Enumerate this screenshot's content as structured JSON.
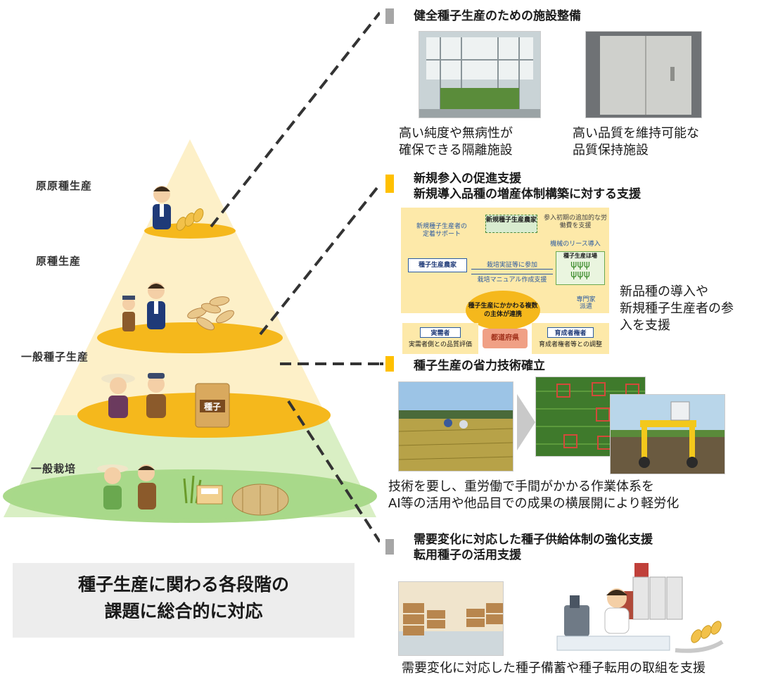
{
  "levels": [
    "原原種生産",
    "原種生産",
    "一般種子生産",
    "一般栽培"
  ],
  "summary": {
    "line1": "種子生産に関わる各段階の",
    "line2": "課題に総合的に対応"
  },
  "sections": [
    {
      "title_lines": [
        "健全種子生産のための施設整備"
      ],
      "marker_color": "#a6a6a6",
      "captions": [
        {
          "lines": [
            "高い純度や無病性が",
            "確保できる隔離施設"
          ]
        },
        {
          "lines": [
            "高い品質を維持可能な",
            "品質保持施設"
          ]
        }
      ]
    },
    {
      "title_lines": [
        "新規参入の促進支援",
        "新規導入品種の増産体制構築に対する支援"
      ],
      "marker_color": "#ffc000",
      "caption_lines": [
        "新品種の導入や",
        "新規種子生産者の参",
        "入を支援"
      ]
    },
    {
      "title_lines": [
        "種子生産の省力技術確立"
      ],
      "marker_color": "#ffc000",
      "caption_lines": [
        "技術を要し、重労働で手間がかかる作業体系を",
        "AI等の活用や他品目での成果の横展開により軽労化"
      ]
    },
    {
      "title_lines": [
        "需要変化に対応した種子供給体制の強化支援",
        "転用種子の活用支援"
      ],
      "marker_color": "#a6a6a6",
      "caption_lines": [
        "需要変化に対応した種子備蓄や種子転用の取組を支援"
      ]
    }
  ],
  "diagram": {
    "new_farmer": "新規種子生産農家",
    "support_left": "新規種子生産者の定着サポート",
    "support_right": "参入初期の追加的な労働費を支援",
    "lease": "機械のリース導入",
    "field": "種子生産ほ場",
    "farmer": "種子生産農家",
    "trial": "栽培実証等に参加",
    "manual": "栽培マニュアル作成支援",
    "center": "種子生産にかかわる複数の主体が連携",
    "expert": "専門家派遣",
    "user": "実需者",
    "user_eval": "実需者側との品質評価",
    "breeder": "育成者権者",
    "breeder_adj": "育成者権者等との調整",
    "pref": "都道府県"
  },
  "seed_bag_label": "種子",
  "colors": {
    "pyramid_cream": "#fdf0c8",
    "pyramid_green": "#d9efc4",
    "plate_gold": "#f5b81c",
    "plate_green": "#a9d98a",
    "marker_gray": "#a6a6a6",
    "marker_yellow": "#ffc000",
    "diagram_bg": "#fde9a9"
  }
}
